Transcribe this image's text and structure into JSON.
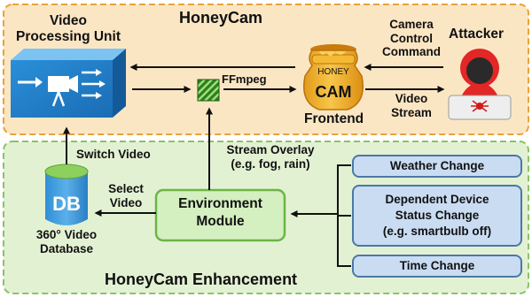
{
  "honeycam": {
    "title": "HoneyCam",
    "vpu_line1": "Video",
    "vpu_line2": "Processing Unit",
    "ffmpeg": "FFmpeg",
    "frontend": "Frontend",
    "logo_text_top": "HONEY",
    "logo_text_bottom": "CAM",
    "camera_control_line1": "Camera",
    "camera_control_line2": "Control",
    "camera_control_line3": "Command",
    "video_stream_line1": "Video",
    "video_stream_line2": "Stream",
    "attacker": "Attacker"
  },
  "enhancement": {
    "title": "HoneyCam Enhancement",
    "switch_video": "Switch Video",
    "stream_overlay_line1": "Stream Overlay",
    "stream_overlay_line2": "(e.g. fog, rain)",
    "select_video_line1": "Select",
    "select_video_line2": "Video",
    "db_icon_text": "DB",
    "db_line1": "360° Video",
    "db_line2": "Database",
    "env_line1": "Environment",
    "env_line2": "Module",
    "weather": "Weather Change",
    "dependent_line1": "Dependent Device",
    "dependent_line2": "Status Change",
    "dependent_line3": "(e.g. smartbulb off)",
    "time": "Time Change"
  },
  "colors": {
    "top_fill": "#fbe6c4",
    "top_border": "#e8a33a",
    "bottom_fill": "#e3f1d3",
    "bottom_border": "#8cc16a",
    "env_fill": "#d4efc0",
    "env_border": "#6cb546",
    "blue_box_fill": "#c9dcf2",
    "blue_box_border": "#4a78a8"
  }
}
